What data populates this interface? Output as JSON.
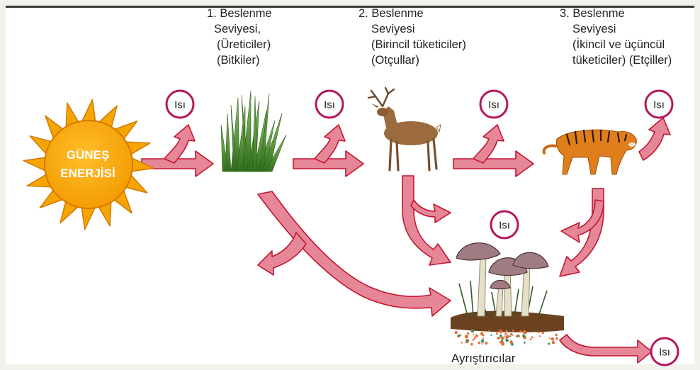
{
  "sun": {
    "line1": "GÜNEŞ",
    "line2": "ENERJİSİ"
  },
  "heat_label": "Isı",
  "levels": [
    {
      "lines": [
        "1. Beslenme",
        "Seviyesi,",
        "(Üreticiler)",
        "(Bitkiler)"
      ]
    },
    {
      "lines": [
        "2. Beslenme",
        "Seviyesi",
        "(Birincil tüketiciler)",
        "(Otçullar)"
      ]
    },
    {
      "lines": [
        "3. Beslenme",
        "Seviyesi",
        "(İkincil ve üçüncül",
        "tüketiciler) (Etçiller)"
      ]
    }
  ],
  "decomposers": {
    "label": "Ayrıştırıcılar"
  },
  "colors": {
    "arrow_fill": "#e58797",
    "arrow_stroke": "#c41530",
    "heat_circle": "#b5175c",
    "sun_body": "#f6a400",
    "sun_stroke": "#d37a00"
  },
  "icons": [
    "sun-icon",
    "grass-icon",
    "deer-icon",
    "tiger-icon",
    "mushrooms-icon"
  ]
}
